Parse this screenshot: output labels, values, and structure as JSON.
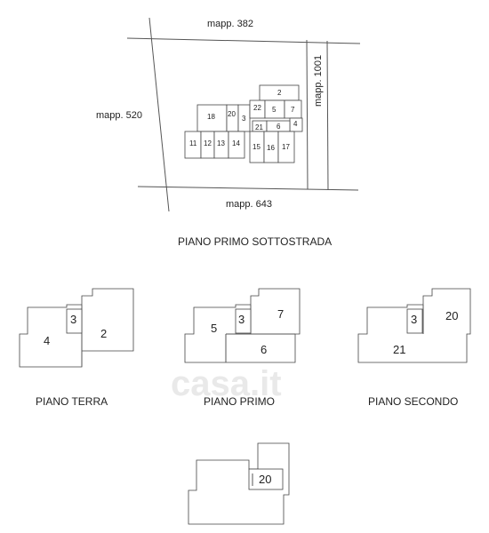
{
  "site": {
    "mapp_top": "mapp. 382",
    "mapp_left": "mapp. 520",
    "mapp_right": "mapp. 1001",
    "mapp_bottom": "mapp. 643",
    "units": [
      "2",
      "22",
      "5",
      "7",
      "18",
      "20",
      "3",
      "21",
      "6",
      "4",
      "11",
      "12",
      "13",
      "14",
      "15",
      "16",
      "17"
    ]
  },
  "headings": {
    "piano_primo_sottostrada": "PIANO PRIMO SOTTOSTRADA",
    "piano_terra": "PIANO TERRA",
    "piano_primo": "PIANO PRIMO",
    "piano_secondo": "PIANO SECONDO"
  },
  "plans": {
    "terra": {
      "units": [
        "4",
        "3",
        "2"
      ]
    },
    "primo": {
      "units": [
        "5",
        "3",
        "7",
        "6"
      ]
    },
    "secondo": {
      "units": [
        "3",
        "20",
        "21"
      ]
    },
    "quarto": {
      "units": [
        "20"
      ]
    }
  },
  "watermark": "casa.it"
}
